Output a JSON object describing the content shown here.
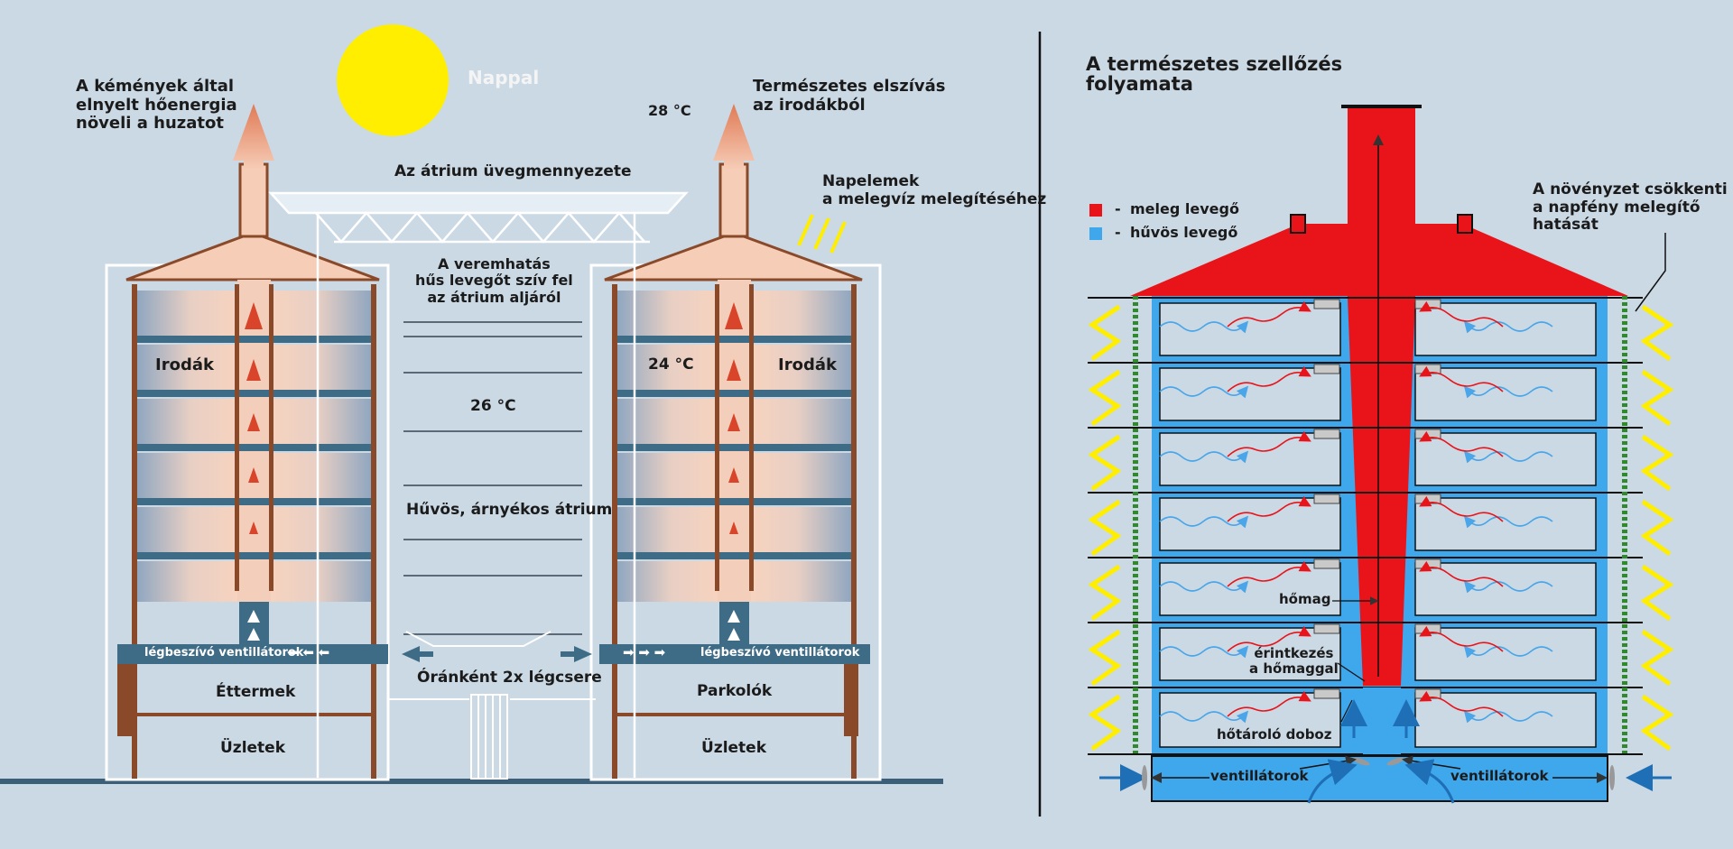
{
  "left": {
    "sun_label": "Nappal",
    "chimney_heat": "A kémények által\nelnyelt hőenergia\nnöveli a huzatot",
    "top_temp": "28 °C",
    "natural_extract": "Természetes elszívás\naz irodákból",
    "atrium_roof": "Az átrium üvegmennyezete",
    "solar_panels": "Napelemek\na melegvíz melegítéséhez",
    "stack_effect": "A veremhatás\nhűs levegőt szív fel\naz átrium aljáról",
    "offices_left": "Irodák",
    "offices_right": "Irodák",
    "office_temp": "24 °C",
    "atrium_temp": "26 °C",
    "cool_atrium": "Hűvös, árnyékos átrium",
    "fans_left": "légbeszívó ventillátorok",
    "fans_right": "légbeszívó ventillátorok",
    "air_exchange": "Óránként 2x légcsere",
    "restaurants": "Éttermek",
    "parking": "Parkolók",
    "shops_left": "Üzletek",
    "shops_right": "Üzletek"
  },
  "right": {
    "title": "A természetes szellőzés\nfolyamata",
    "legend": [
      {
        "text": "meleg levegő",
        "color": "#e8141a"
      },
      {
        "text": "hűvös levegő",
        "color": "#3fa7ec"
      }
    ],
    "vegetation_note": "A növényzet csökkenti\na napfény melegítő\nhatását",
    "thermal_core": "hőmag",
    "contact": "érintkezés\na hőmaggal",
    "storage_box": "hőtároló doboz",
    "fans_left": "ventillátorok",
    "fans_right": "ventillátorok"
  },
  "colors": {
    "background": "#cbd9e5",
    "warm_air": "#e8141a",
    "cool_air": "#3fa7ec",
    "sun": "#ffee00",
    "frame_brown": "#8a4a2a",
    "fan_band": "#3e6b86",
    "sun_rays": "#ffee00",
    "vegetation": "#2f8a2c"
  }
}
